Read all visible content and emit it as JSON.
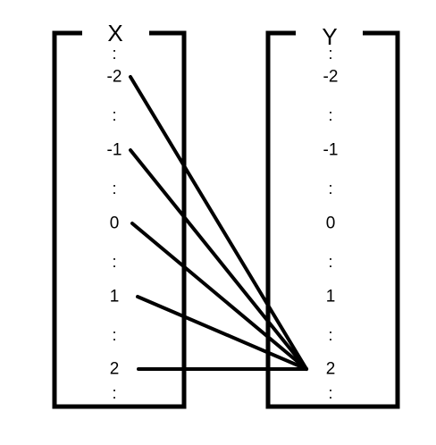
{
  "domain_x": {
    "label": "X",
    "elements": [
      "-2",
      "-1",
      "0",
      "1",
      "2"
    ],
    "ellipsis": ":"
  },
  "domain_y": {
    "label": "Y",
    "elements": [
      "-2",
      "-1",
      "0",
      "1",
      "2"
    ],
    "ellipsis": ":"
  },
  "mapping": [
    {
      "from": "-2",
      "to": "2"
    },
    {
      "from": "-1",
      "to": "2"
    },
    {
      "from": "0",
      "to": "2"
    },
    {
      "from": "1",
      "to": "2"
    },
    {
      "from": "2",
      "to": "2"
    }
  ],
  "colors": {
    "stroke": "#000000",
    "background": "#ffffff"
  }
}
